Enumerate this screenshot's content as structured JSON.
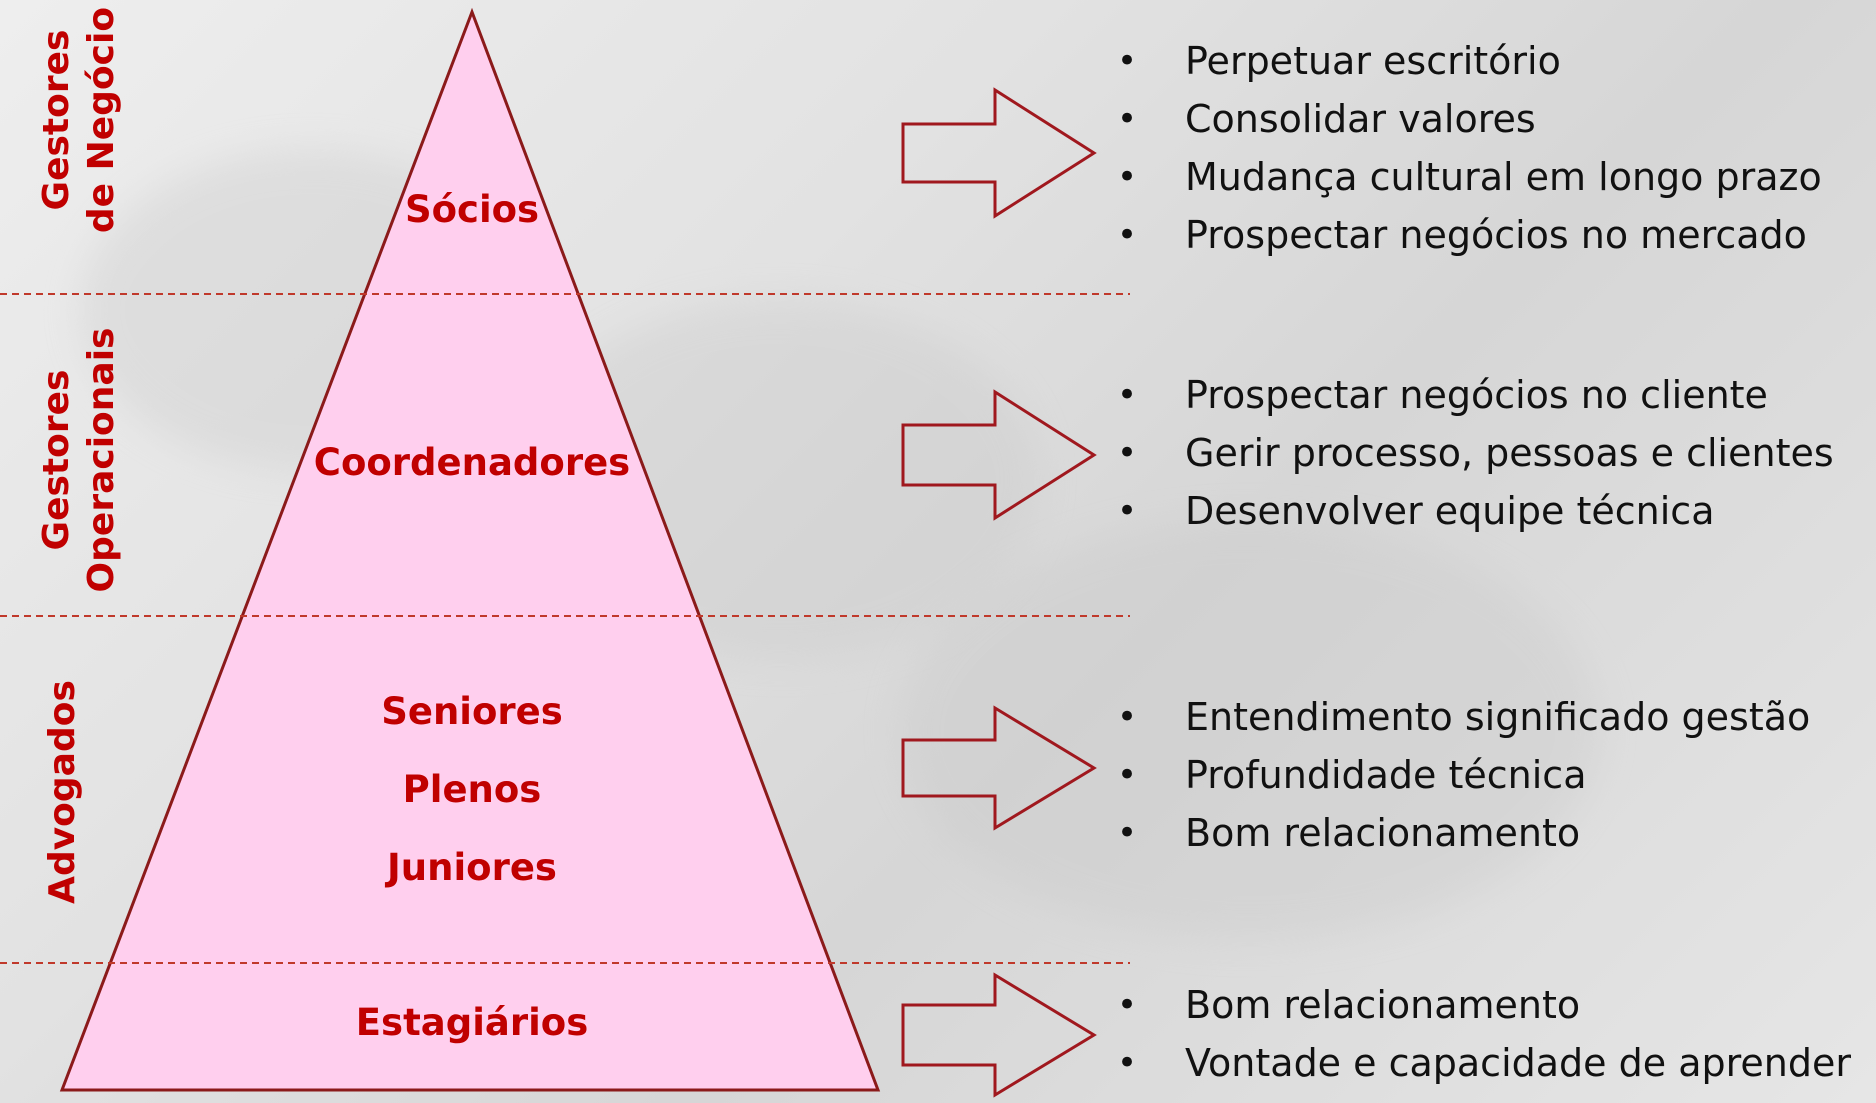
{
  "colors": {
    "accent": "#c00000",
    "pyramid_fill": "#ffcfee",
    "outline": "#8b1a1a",
    "text": "#111111"
  },
  "side_labels": {
    "gestores_negocio": [
      "Gestores",
      "de Negócio"
    ],
    "gestores_operacionais": [
      "Gestores",
      "Operacionais"
    ],
    "advogados": "Advogados"
  },
  "pyramid_levels": {
    "socios": "Sócios",
    "coordenadores": "Coordenadores",
    "seniores": "Seniores",
    "plenos": "Plenos",
    "juniores": "Juniores",
    "estagiarios": "Estagiários"
  },
  "bullets": {
    "socios": [
      "Perpetuar escritório",
      "Consolidar valores",
      "Mudança cultural em longo prazo",
      "Prospectar negócios no mercado"
    ],
    "coordenadores": [
      "Prospectar negócios no cliente",
      "Gerir processo, pessoas e clientes",
      "Desenvolver equipe técnica"
    ],
    "advogados": [
      "Entendimento significado gestão",
      "Profundidade técnica",
      "Bom relacionamento"
    ],
    "estagiarios": [
      "Bom relacionamento",
      "Vontade e capacidade de aprender"
    ]
  }
}
